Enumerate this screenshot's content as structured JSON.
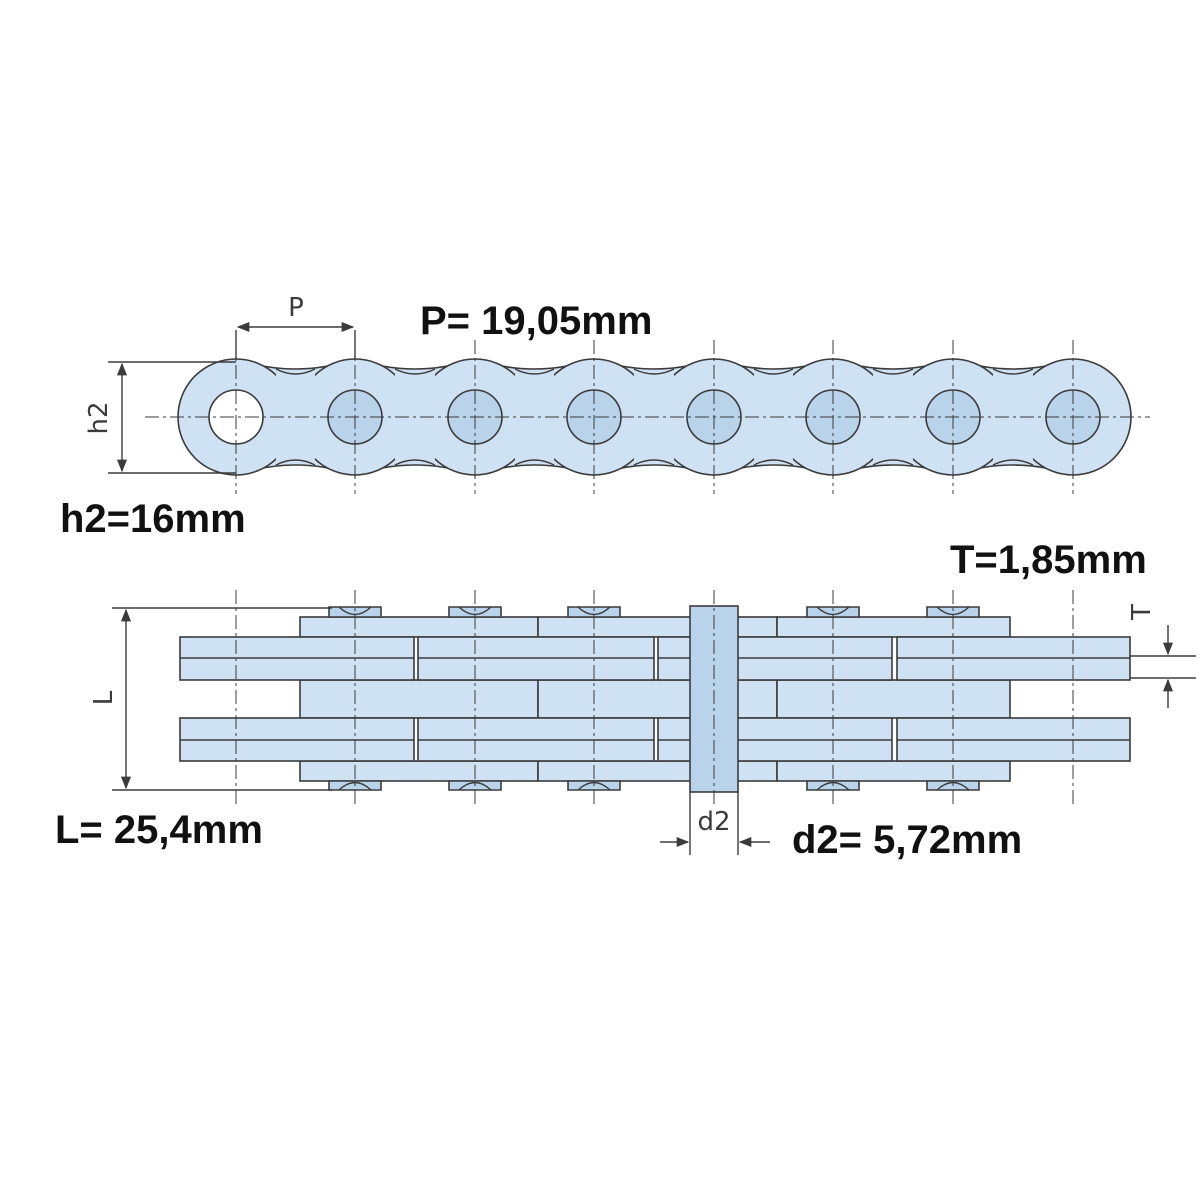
{
  "symbols": {
    "pitch": "P",
    "height": "h2",
    "length": "L",
    "diameter": "d2",
    "thickness": "T"
  },
  "values": {
    "pitch": "P= 19,05mm",
    "height": "h2=16mm",
    "thickness": "T=1,85mm",
    "length": "L= 25,4mm",
    "diameter": "d2= 5,72mm"
  },
  "colors": {
    "plate_fill": "#cfe2f3",
    "pin_fill": "#b9d3ea",
    "line": "#3b3b3b",
    "text": "#111111"
  }
}
